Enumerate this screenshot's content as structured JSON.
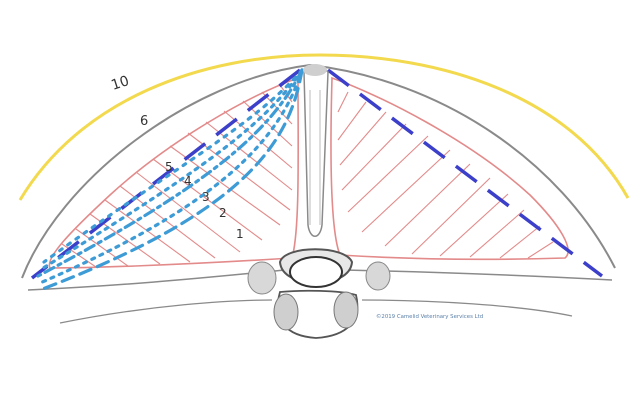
{
  "labels": {
    "outer_ring": "10",
    "inner_ring": "6",
    "line_5": "5",
    "line_4": "4",
    "line_3": "3",
    "line_2": "2",
    "line_1": "1"
  },
  "credit": "©2019 Camelid Veterinary Services Ltd",
  "colors": {
    "outer_ring": "#f2d94e",
    "outline": "#8a8a8a",
    "muscle": "#e38a8a",
    "navy_dash": "#3b3fc9",
    "blue_dots": "#3d9bd6",
    "bone": "#cfcfcf"
  }
}
